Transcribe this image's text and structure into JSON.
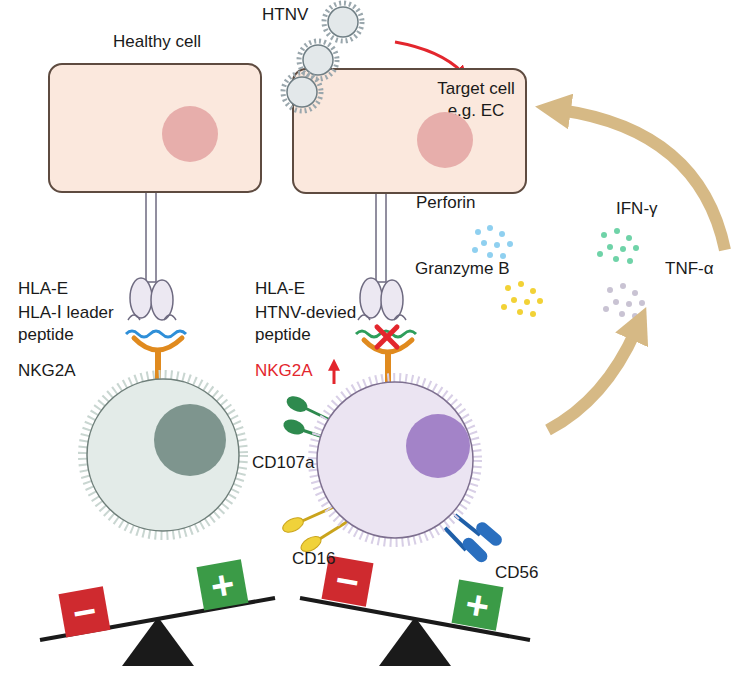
{
  "diagram": {
    "nodes": [
      {
        "text": [
          "Healthy cell"
        ]
      },
      {
        "text": [
          "Target cell e.g. EC"
        ]
      }
    ],
    "labels": [
      "HTNV",
      "HLA-E",
      "HLA-Ⅰ leader peptide",
      "NKG2A",
      "HLA-E",
      "HTNV-devied peptide",
      "NKG2A",
      "Perforin",
      "IFN-γ",
      "Granzyme B",
      "TNF-α",
      "CD107a",
      "CD16",
      "CD56",
      "−",
      "+",
      "−",
      "+"
    ]
  }
}
